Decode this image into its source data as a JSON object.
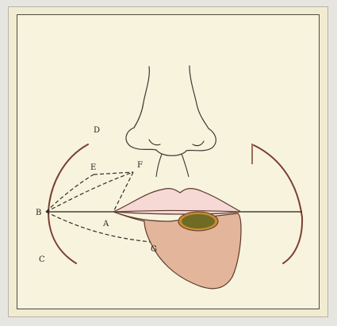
{
  "figure": {
    "labels": {
      "A": "A",
      "B": "B",
      "C": "C",
      "D": "D",
      "E": "E",
      "F": "F",
      "G": "G"
    }
  },
  "colors": {
    "background": "#f8f3dc",
    "frame": "#4d4a45",
    "outline": "#5b3a2f",
    "arc": "#7a3e33",
    "lip_fill": "#f6d9d4",
    "flap_fill": "#e3b59b",
    "lesion_fill": "#6f6a24",
    "lesion_ring": "#c98b2f"
  }
}
